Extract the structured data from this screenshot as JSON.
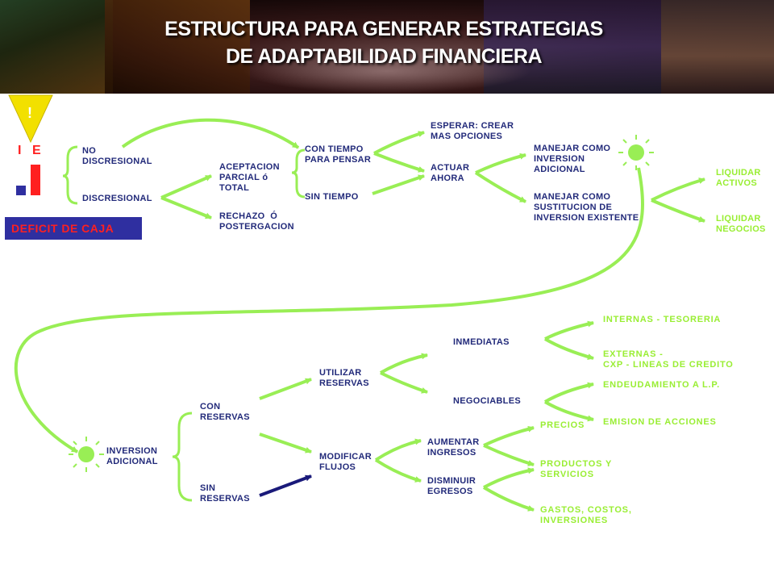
{
  "title": {
    "line1": "ESTRUCTURA PARA GENERAR ESTRATEGIAS",
    "line2": "DE ADAPTABILIDAD FINANCIERA"
  },
  "warning_symbol": "!",
  "ie": {
    "i": "I",
    "e": "E"
  },
  "deficit_box": "DEFICIT DE CAJA",
  "upper": {
    "no_discrecional": "NO\nDISCRESIONAL",
    "discrecional": "DISCRESIONAL",
    "aceptacion": "ACEPTACION\nPARCIAL ó\nTOTAL",
    "rechazo": "RECHAZO  Ó\nPOSTERGACION",
    "con_tiempo": "CON TIEMPO\nPARA PENSAR",
    "sin_tiempo": "SIN TIEMPO",
    "esperar": "ESPERAR: CREAR\nMAS OPCIONES",
    "actuar": "ACTUAR\nAHORA",
    "manejar_adicional": "MANEJAR COMO\nINVERSION\nADICIONAL",
    "manejar_sustitucion": "MANEJAR COMO\nSUSTITUCION DE\nINVERSION EXISTENTE",
    "liquidar_activos": "LIQUIDAR\nACTIVOS",
    "liquidar_negocios": "LIQUIDAR\nNEGOCIOS"
  },
  "lower": {
    "inversion_adicional": "INVERSION\nADICIONAL",
    "con_reservas": "CON\nRESERVAS",
    "sin_reservas": "SIN\nRESERVAS",
    "utilizar_reservas": "UTILIZAR\nRESERVAS",
    "modificar_flujos": "MODIFICAR\nFLUJOS",
    "inmediatas": "INMEDIATAS",
    "negociables": "NEGOCIABLES",
    "internas": "INTERNAS - TESORERIA",
    "externas": "EXTERNAS -\nCXP - LINEAS DE CREDITO",
    "endeudamiento": "ENDEUDAMIENTO A L.P.",
    "emision": "EMISION DE ACCIONES",
    "aumentar": "AUMENTAR\nINGRESOS",
    "disminuir": "DISMINUIR\nEGRESOS",
    "precios": "PRECIOS",
    "productos": "PRODUCTOS Y\nSERVICIOS",
    "gastos": "GASTOS, COSTOS,\nINVERSIONES"
  },
  "colors": {
    "line_green": "#99ee55",
    "text_navy": "#222a7a",
    "accent_red": "#ff2020",
    "accent_blue": "#2f2fa0",
    "arrow_navy": "#1a1a7a",
    "warning_yellow": "#f2e000"
  }
}
